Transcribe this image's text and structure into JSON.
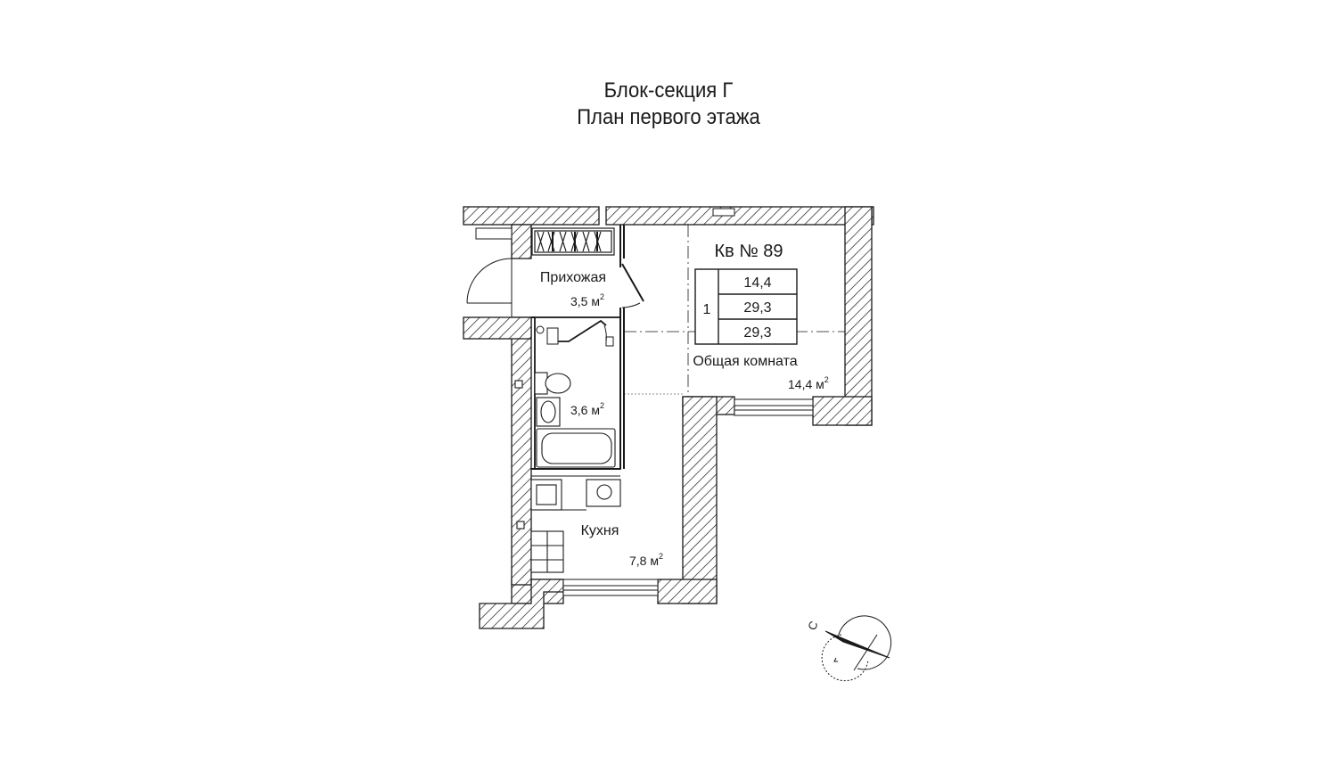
{
  "header": {
    "title_line1": "Блок-секция Г",
    "title_line2": "План первого этажа"
  },
  "apartment": {
    "label": "Кв № 89",
    "rooms_count": "1",
    "area_living": "14,4",
    "area_total": "29,3",
    "area_total_with_balcony": "29,3"
  },
  "rooms": {
    "hallway": {
      "name": "Прихожая",
      "area": "3,5 м"
    },
    "bathroom": {
      "name": "",
      "area": "3,6 м"
    },
    "kitchen": {
      "name": "Кухня",
      "area": "7,8 м"
    },
    "living": {
      "name": "Общая комната",
      "area": "14,4 м"
    }
  },
  "unit_superscript": "2",
  "compass": {
    "north_label": "С"
  },
  "colors": {
    "ink": "#1a1a1a",
    "wall_fill": "#ffffff",
    "hatch": "#1a1a1a"
  }
}
